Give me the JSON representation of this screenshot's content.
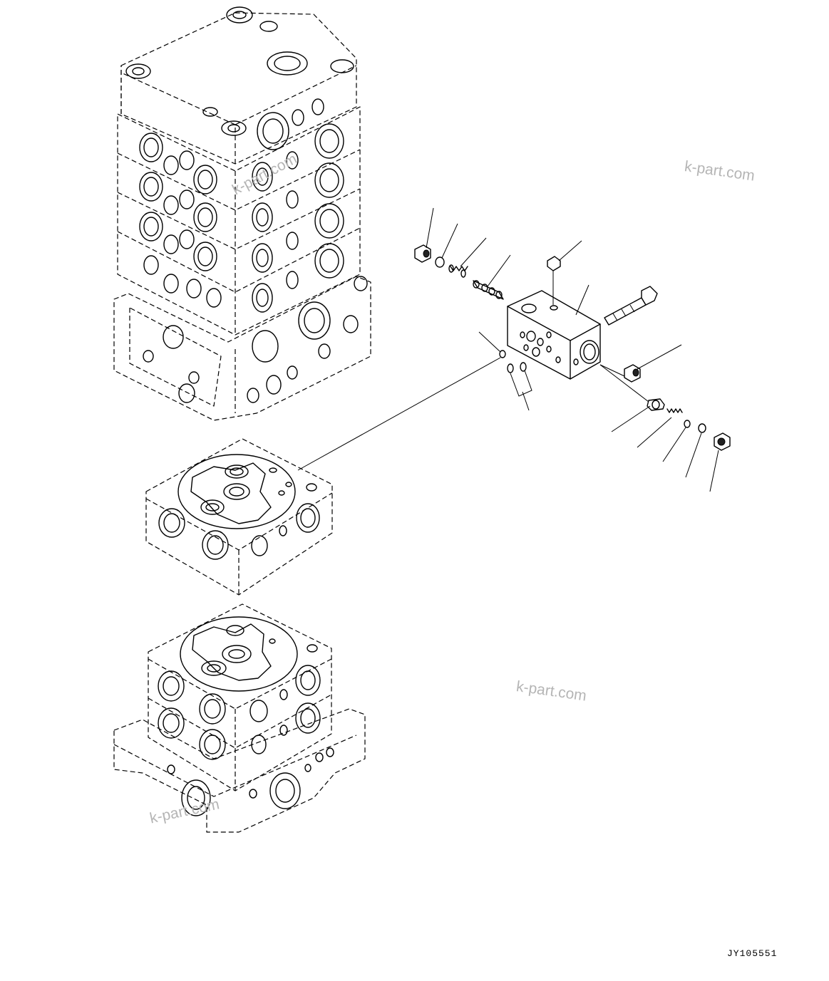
{
  "watermarks": [
    {
      "text": "k-part.com"
    },
    {
      "text": "k-part.com"
    },
    {
      "text": "k-part.com"
    },
    {
      "text": "k-part.com"
    }
  ],
  "drawing_id": "JY105551"
}
